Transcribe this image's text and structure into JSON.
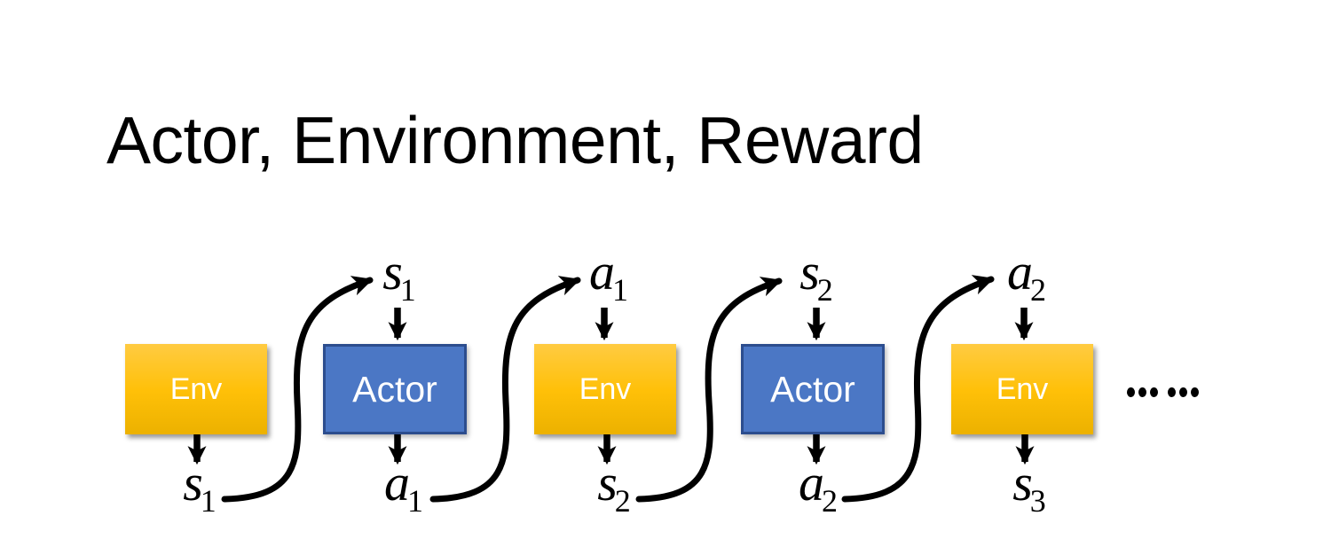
{
  "slide": {
    "title": "Actor, Environment, Reward",
    "background_color": "#FFFFFF",
    "title_color": "#000000"
  },
  "colors": {
    "env_fill_top": "#FFCB42",
    "env_fill_mid": "#FFC008",
    "env_fill_bottom": "#ECB100",
    "actor_fill": "#4B77C5",
    "actor_border": "#2C4D8E",
    "arrow": "#000000",
    "box_text": "#FFFFFF"
  },
  "diagram": {
    "boxes": [
      {
        "label": "Env",
        "type": "env"
      },
      {
        "label": "Actor",
        "type": "actor"
      },
      {
        "label": "Env",
        "type": "env"
      },
      {
        "label": "Actor",
        "type": "actor"
      },
      {
        "label": "Env",
        "type": "env"
      }
    ],
    "top_labels": [
      {
        "base": "s",
        "sub": "1"
      },
      {
        "base": "a",
        "sub": "1"
      },
      {
        "base": "s",
        "sub": "2"
      },
      {
        "base": "a",
        "sub": "2"
      }
    ],
    "bottom_labels": [
      {
        "base": "s",
        "sub": "1"
      },
      {
        "base": "a",
        "sub": "1"
      },
      {
        "base": "s",
        "sub": "2"
      },
      {
        "base": "a",
        "sub": "2"
      },
      {
        "base": "s",
        "sub": "3"
      }
    ],
    "ellipsis": "……"
  }
}
